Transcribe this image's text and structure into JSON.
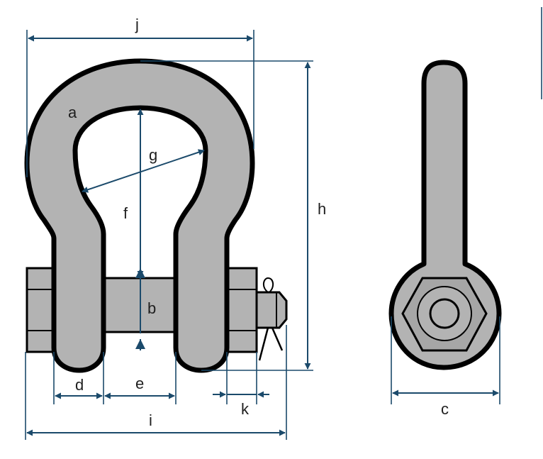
{
  "labels": {
    "a": "a",
    "b": "b",
    "c": "c",
    "d": "d",
    "e": "e",
    "f": "f",
    "g": "g",
    "h": "h",
    "i": "i",
    "j": "j",
    "k": "k"
  },
  "colors": {
    "metal": "#b3b3b3",
    "outline": "#000000",
    "dimension_line": "#1b4a6b"
  }
}
